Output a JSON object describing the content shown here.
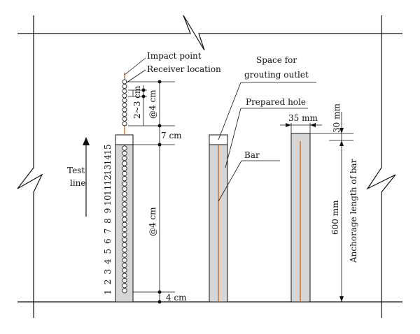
{
  "labels": {
    "impact_point": "Impact point",
    "receiver_location": "Receiver location",
    "space_line1": "Space for",
    "space_line2": "grouting outlet",
    "prepared_hole": "Prepared hole",
    "bar": "Bar",
    "test_line1": "Test",
    "test_line2": "line",
    "spacing_2to3": "2~3 cm",
    "spacing_at4_top": "@4 cm",
    "dim_7cm": "7 cm",
    "spacing_at4_main": "@4 cm",
    "dim_4cm": "4 cm",
    "dim_35mm": "35 mm",
    "dim_30mm": "30 mm",
    "dim_600mm": "600 mm",
    "anchorage": "Anchorage length of bar"
  },
  "test_points": [
    "1",
    "2",
    "3",
    "4",
    "5",
    "6",
    "7",
    "8",
    "9",
    "10",
    "11",
    "12",
    "13",
    "14",
    "15"
  ],
  "colors": {
    "rebar": "#d2691e",
    "concrete": "#d6d6d6",
    "ink": "#111111"
  }
}
